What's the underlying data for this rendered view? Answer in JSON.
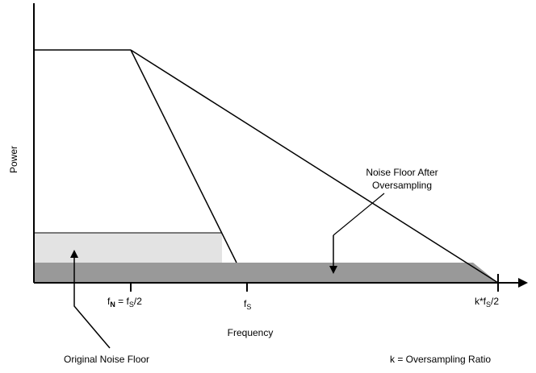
{
  "axis": {
    "x_label": "Frequency",
    "y_label": "Power"
  },
  "ticks": {
    "fn_main": "f",
    "fn_sub": "N",
    "fn_eq": " = f",
    "fn_sub2": "S",
    "fn_tail": "/2",
    "fs_main": "f",
    "fs_sub": "S",
    "kfs_main": "k*f",
    "kfs_sub": "S",
    "kfs_tail": "/2"
  },
  "annotations": {
    "after_line1": "Noise Floor After",
    "after_line2": "Oversampling",
    "original": "Original Noise Floor",
    "ratio": "k = Oversampling Ratio"
  },
  "colors": {
    "original_noise": "#e3e3e3",
    "oversampled_noise": "#999999",
    "line": "#000000"
  }
}
